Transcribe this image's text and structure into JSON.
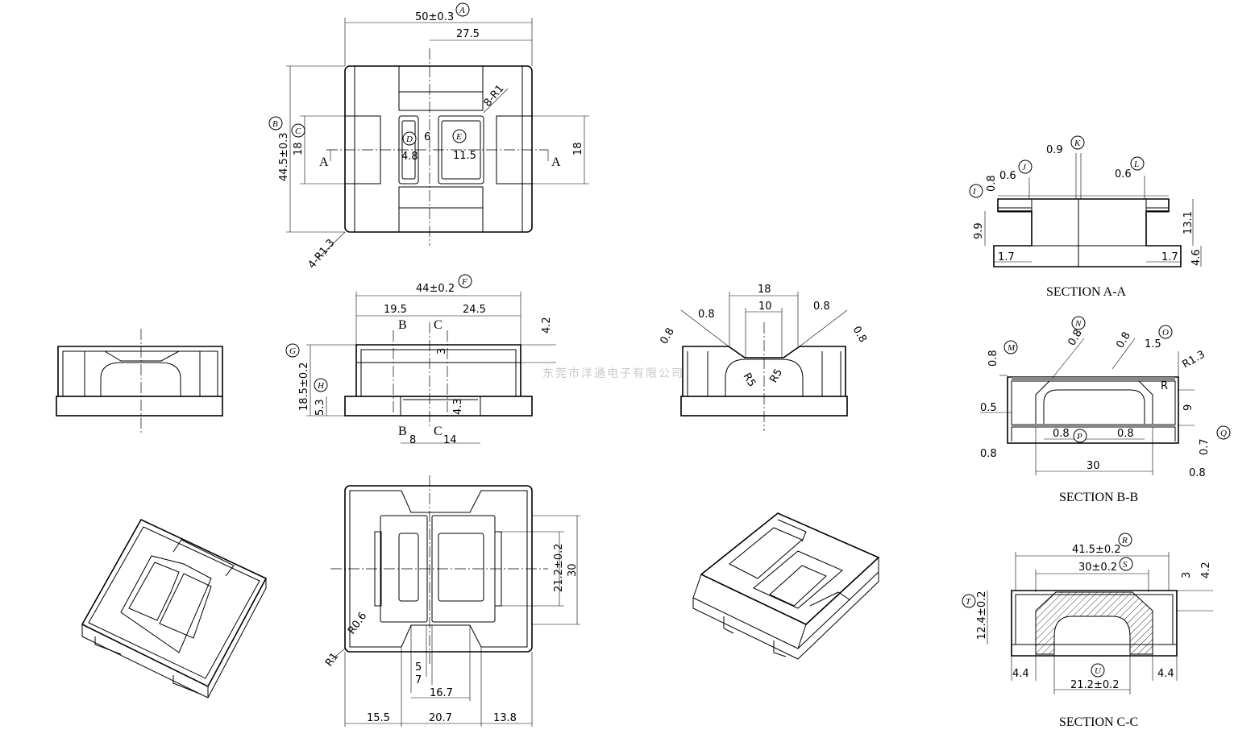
{
  "watermark": "东莞市洋通电子有限公司",
  "sections": {
    "aa": "SECTION A-A",
    "bb": "SECTION B-B",
    "cc": "SECTION C-C"
  },
  "top_view": {
    "width": "50±0.3",
    "half": "27.5",
    "height": "44.5±0.3",
    "inner18_left": "18",
    "inner18_right": "18",
    "corner_r": "8-R1",
    "corner_outer": "4-R1.3",
    "slot_w": "4.8",
    "gap": "6",
    "window_w": "11.5",
    "sec_left": "A",
    "sec_right": "A",
    "bubbles": [
      "A",
      "B",
      "C",
      "D",
      "E"
    ]
  },
  "front_view": {
    "width": "44±0.2",
    "left": "19.5",
    "right": "24.5",
    "top": "4.2",
    "depth3": "3",
    "height": "18.5±0.2",
    "base": "5.3",
    "step": "4.3",
    "w8": "8",
    "w14": "14",
    "b_top": "B",
    "c_top": "C",
    "b_bot": "B",
    "c_bot": "C",
    "bubbles": [
      "F",
      "G",
      "H"
    ]
  },
  "side_view": {
    "top18": "18",
    "w10": "10",
    "l08": "0.8",
    "r08": "0.8",
    "far_l": "0.8",
    "far_r": "0.8",
    "r5a": "R5",
    "r5b": "R5"
  },
  "bottom_view": {
    "h21": "21.2±0.2",
    "h30": "30",
    "r06": "R0.6",
    "r1": "R1",
    "w5": "5",
    "w7": "7",
    "w167": "16.7",
    "w155": "15.5",
    "w207": "20.7",
    "w138": "13.8"
  },
  "section_aa": {
    "v09": "0.9",
    "v06a": "0.6",
    "v06b": "0.6",
    "v08": "0.8",
    "v99": "9.9",
    "v131": "13.1",
    "v46": "4.6",
    "v17a": "1.7",
    "v17b": "1.7",
    "bubbles": [
      "K",
      "J",
      "L",
      "I"
    ]
  },
  "section_bb": {
    "v08a": "0.8",
    "v08n": "0.8",
    "v08o": "0.8",
    "v15": "1.5",
    "r13": "R1.3",
    "r": "R",
    "v9": "9",
    "v05": "0.5",
    "v08p1": "0.8",
    "v08p2": "0.8",
    "v07": "0.7",
    "v08b": "0.8",
    "v30": "30",
    "v08c": "0.8",
    "bubbles": [
      "M",
      "N",
      "O",
      "P",
      "Q"
    ]
  },
  "section_cc": {
    "w415": "41.5±0.2",
    "w30": "30±0.2",
    "v3": "3",
    "v42": "4.2",
    "h124": "12.4±0.2",
    "v44a": "4.4",
    "v44b": "4.4",
    "w212": "21.2±0.2",
    "bubbles": [
      "R",
      "S",
      "T",
      "U"
    ]
  }
}
